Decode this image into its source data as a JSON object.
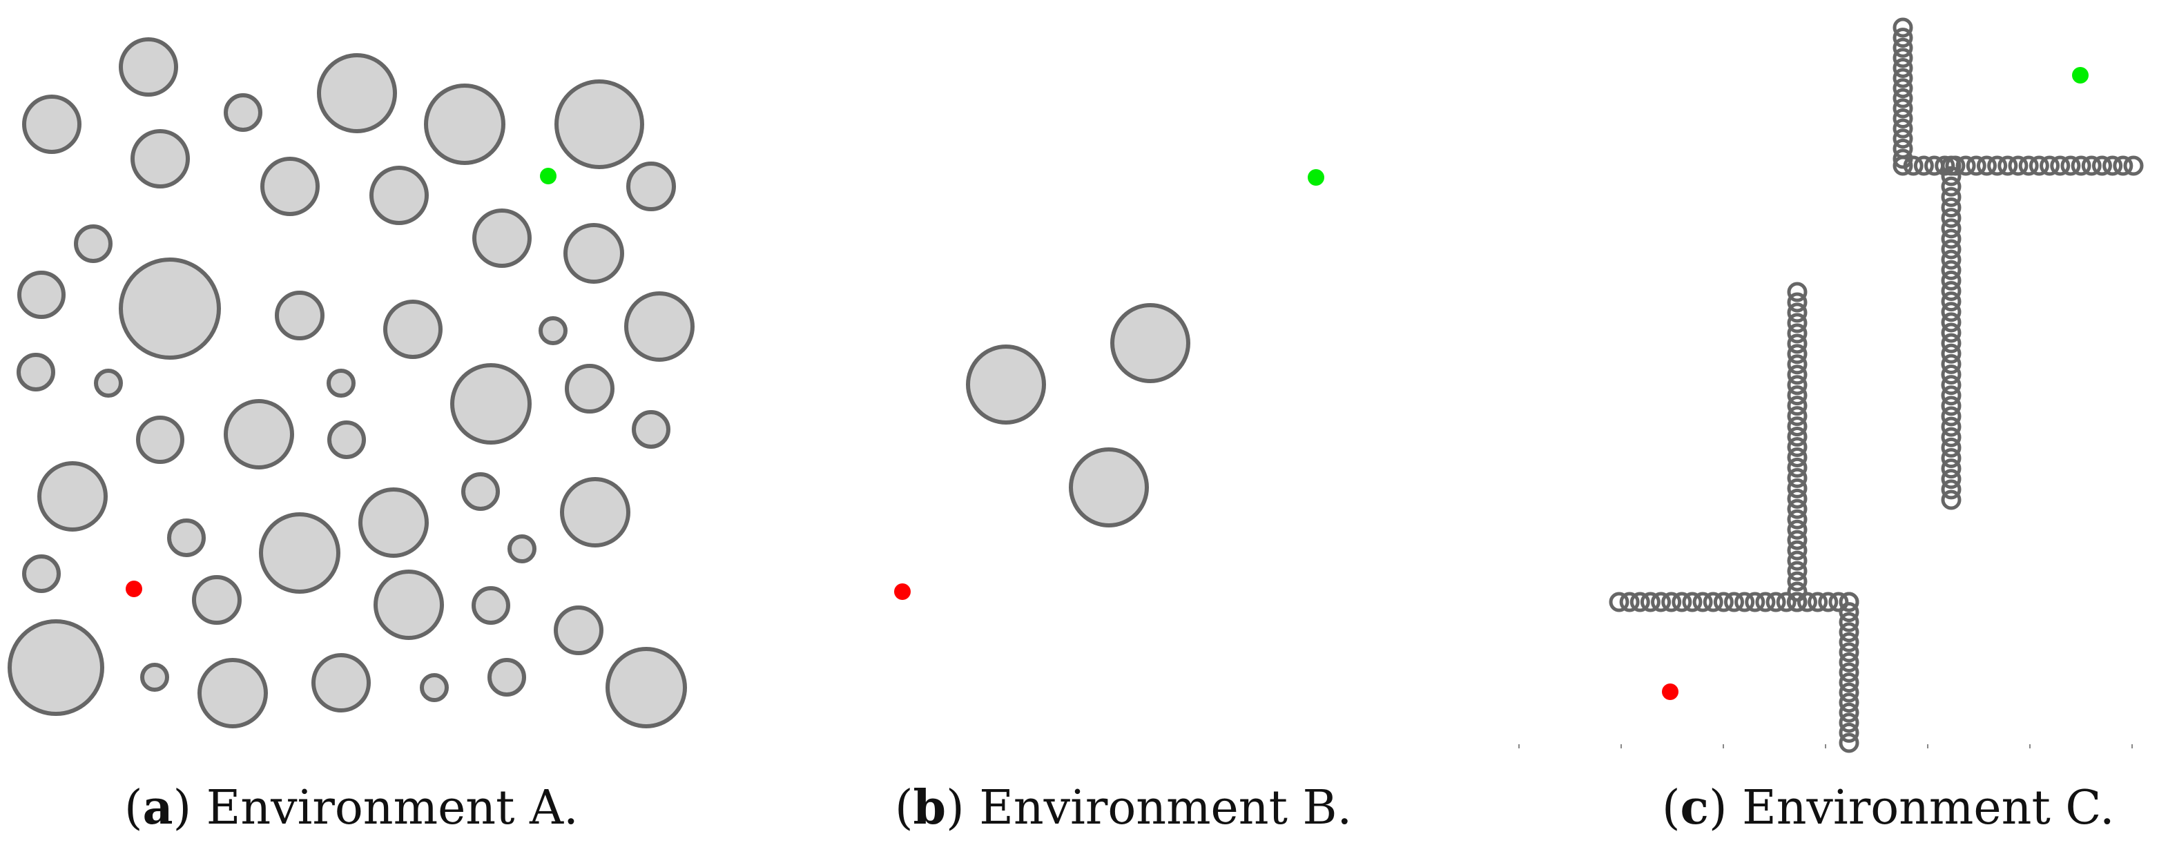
{
  "colors": {
    "obstacle_fill": "#d3d3d3",
    "obstacle_stroke": "#666666",
    "start": "#ff0000",
    "goal": "#00ee00"
  },
  "panels": [
    {
      "id": "a",
      "caption_tag": "a",
      "caption_text": "Environment A.",
      "start": [
        194,
        853
      ],
      "goal": [
        794,
        255
      ],
      "obstacles": [
        [
          75,
          180,
          40
        ],
        [
          215,
          97,
          40
        ],
        [
          352,
          163,
          25
        ],
        [
          517,
          135,
          55
        ],
        [
          673,
          180,
          56
        ],
        [
          868,
          180,
          62
        ],
        [
          232,
          230,
          40
        ],
        [
          420,
          270,
          40
        ],
        [
          578,
          283,
          40
        ],
        [
          727,
          345,
          40
        ],
        [
          943,
          270,
          33
        ],
        [
          135,
          353,
          25
        ],
        [
          60,
          427,
          32
        ],
        [
          246,
          447,
          71
        ],
        [
          434,
          457,
          33
        ],
        [
          598,
          477,
          40
        ],
        [
          860,
          367,
          41
        ],
        [
          801,
          479,
          18
        ],
        [
          955,
          473,
          48
        ],
        [
          52,
          539,
          25
        ],
        [
          157,
          555,
          18
        ],
        [
          494,
          555,
          18
        ],
        [
          711,
          585,
          56
        ],
        [
          854,
          563,
          33
        ],
        [
          943,
          622,
          25
        ],
        [
          232,
          637,
          32
        ],
        [
          375,
          629,
          48
        ],
        [
          502,
          637,
          25
        ],
        [
          105,
          719,
          48
        ],
        [
          696,
          712,
          25
        ],
        [
          270,
          779,
          25
        ],
        [
          434,
          801,
          56
        ],
        [
          570,
          757,
          48
        ],
        [
          862,
          742,
          48
        ],
        [
          60,
          831,
          25
        ],
        [
          756,
          795,
          18
        ],
        [
          314,
          869,
          33
        ],
        [
          592,
          876,
          48
        ],
        [
          711,
          877,
          25
        ],
        [
          838,
          913,
          33
        ],
        [
          81,
          967,
          67
        ],
        [
          224,
          981,
          18
        ],
        [
          337,
          1004,
          48
        ],
        [
          494,
          989,
          40
        ],
        [
          629,
          996,
          18
        ],
        [
          734,
          981,
          25
        ],
        [
          936,
          996,
          56
        ]
      ]
    },
    {
      "id": "b",
      "caption_tag": "b",
      "caption_text": "Environment B.",
      "start": [
        1307,
        857
      ],
      "goal": [
        1906,
        257
      ],
      "obstacles": [
        [
          1666,
          497,
          55
        ],
        [
          1457,
          557,
          55
        ],
        [
          1606,
          706,
          55
        ]
      ]
    },
    {
      "id": "c",
      "caption_tag": "c",
      "caption_text": "Environment C.",
      "start": [
        2419,
        1002
      ],
      "goal": [
        3013,
        109
      ],
      "walls": [
        {
          "axis": "v",
          "fixed": 2756,
          "from": 40,
          "to": 230
        },
        {
          "axis": "h",
          "fixed": 240,
          "from": 2756,
          "to": 3090
        },
        {
          "axis": "v",
          "fixed": 2826,
          "from": 240,
          "to": 724
        },
        {
          "axis": "v",
          "fixed": 2603,
          "from": 423,
          "to": 872
        },
        {
          "axis": "h",
          "fixed": 872,
          "from": 2345,
          "to": 2678
        },
        {
          "axis": "v",
          "fixed": 2678,
          "from": 872,
          "to": 1076
        }
      ],
      "wall_bead_radius": 12,
      "wall_bead_spacing": 15
    }
  ]
}
